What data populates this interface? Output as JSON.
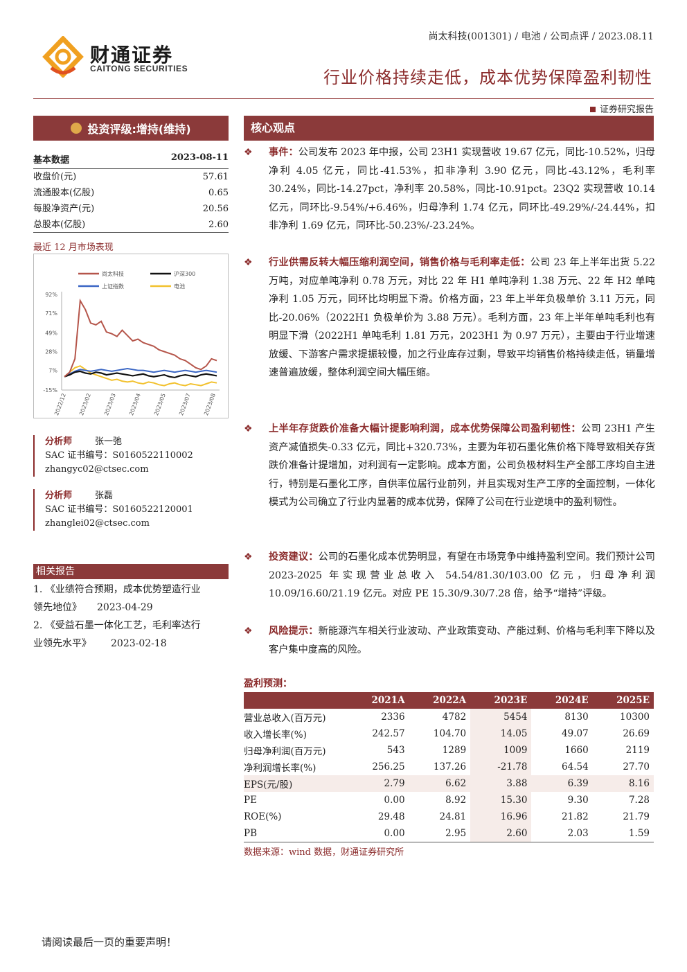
{
  "header": {
    "company_cn": "财通证券",
    "company_en": "CAITONG SECURITIES",
    "meta": "尚太科技(001301) / 电池 / 公司点评 / 2023.08.11",
    "title": "行业价格持续走低，成本优势保障盈利韧性",
    "report_type": "证券研究报告"
  },
  "rating": {
    "label": "投资评级:增持(维持)"
  },
  "basic_data": {
    "title": "基本数据",
    "date": "2023-08-11",
    "rows": [
      {
        "label": "收盘价(元)",
        "value": "57.61"
      },
      {
        "label": "流通股本(亿股)",
        "value": "0.65"
      },
      {
        "label": "每股净资产(元)",
        "value": "20.56"
      },
      {
        "label": "总股本(亿股)",
        "value": "2.60"
      }
    ]
  },
  "market_label": "最近 12 月市场表现",
  "chart_data": {
    "type": "line",
    "legend": [
      "尚太科技",
      "沪深300",
      "上证指数",
      "电池"
    ],
    "colors": [
      "#b5554a",
      "#111111",
      "#3a66c4",
      "#f2c12e"
    ],
    "yticks": [
      "92%",
      "71%",
      "49%",
      "28%",
      "7%",
      "-15%"
    ],
    "ylim": [
      -15,
      92
    ],
    "xticks": [
      "2022/12",
      "2023/02",
      "2023/03",
      "2023/04",
      "2023/05",
      "2023/07",
      "2023/08"
    ],
    "series": [
      {
        "name": "尚太科技",
        "values": [
          0,
          5,
          20,
          85,
          75,
          60,
          58,
          62,
          50,
          48,
          45,
          52,
          46,
          40,
          42,
          38,
          36,
          34,
          30,
          28,
          26,
          24,
          20,
          18,
          14,
          10,
          8,
          12,
          20,
          18
        ]
      },
      {
        "name": "沪深300",
        "values": [
          0,
          2,
          5,
          6,
          4,
          3,
          5,
          4,
          2,
          3,
          4,
          3,
          2,
          1,
          2,
          3,
          1,
          0,
          1,
          2,
          0,
          -1,
          1,
          2,
          1,
          0,
          2,
          3,
          2,
          1
        ]
      },
      {
        "name": "上证指数",
        "values": [
          0,
          3,
          6,
          8,
          7,
          6,
          7,
          8,
          7,
          6,
          7,
          8,
          9,
          8,
          7,
          7,
          6,
          5,
          6,
          7,
          6,
          5,
          6,
          7,
          6,
          5,
          6,
          7,
          6,
          5
        ]
      },
      {
        "name": "电池",
        "values": [
          0,
          5,
          10,
          12,
          8,
          4,
          2,
          0,
          -2,
          -4,
          -3,
          -5,
          -6,
          -5,
          -7,
          -8,
          -6,
          -7,
          -9,
          -10,
          -8,
          -7,
          -9,
          -10,
          -8,
          -9,
          -10,
          -8,
          -6,
          -7
        ]
      }
    ]
  },
  "analysts": [
    {
      "role": "分析师",
      "name": "张一弛",
      "cert": "SAC 证书编号：S0160522110002",
      "email": "zhangyc02@ctsec.com"
    },
    {
      "role": "分析师",
      "name": "张磊",
      "cert": "SAC 证书编号：S0160522120001",
      "email": "zhanglei02@ctsec.com"
    }
  ],
  "related": {
    "title": "相关报告",
    "items": [
      {
        "line1": "1. 《业绩符合预期，成本优势塑造行业",
        "line2": "领先地位》",
        "date": "2023-04-29"
      },
      {
        "line1": "2. 《受益石墨一体化工艺，毛利率达行",
        "line2": "业领先水平》",
        "date": "2023-02-18"
      }
    ]
  },
  "core": {
    "title": "核心观点",
    "paras": [
      {
        "head": "事件：",
        "body": "公司发布 2023 年中报，公司 23H1 实现营收 19.67 亿元，同比-10.52%，归母净利 4.05 亿元，同比-41.53%，扣非净利 3.90 亿元，同比-43.12%，毛利率 30.24%，同比-14.27pct，净利率 20.58%，同比-10.91pct。23Q2 实现营收 10.14 亿元，同环比-9.54%/+6.46%，归母净利 1.74 亿元，同环比-49.29%/-24.44%，扣非净利 1.69 亿元，同环比-50.23%/-23.24%。"
      },
      {
        "head": "行业供需反转大幅压缩利润空间，销售价格与毛利率走低：",
        "body": "公司 23 年上半年出货 5.22 万吨，对应单吨净利 0.78 万元，对比 22 年 H1 单吨净利 1.38 万元、22 年 H2 单吨净利 1.05 万元，同环比均明显下滑。价格方面，23 年上半年负极单价 3.11 万元，同比-20.06%（2022H1 负极单价为 3.88 万元）。毛利方面，23 年上半年单吨毛利也有明显下滑（2022H1 单吨毛利 1.81 万元，2023H1 为 0.97 万元），主要由于行业增速放缓、下游客户需求提振较慢，加之行业库存过剩，导致平均销售价格持续走低，销量增速普遍放缓，整体利润空间大幅压缩。"
      },
      {
        "head": "上半年存货跌价准备大幅计提影响利润，成本优势保障公司盈利韧性：",
        "body": "公司 23H1 产生资产减值损失-0.33 亿元，同比+320.73%，主要为年初石墨化焦价格下降导致相关存货跌价准备计提增加，对利润有一定影响。成本方面，公司负极材料生产全部工序均自主进行，特别是石墨化工序，自供率位居行业前列，并且实现对生产工序的全面控制，一体化模式为公司确立了行业内显著的成本优势，保障了公司在行业逆境中的盈利韧性。"
      },
      {
        "head": "投资建议：",
        "body": "公司的石墨化成本优势明显，有望在市场竞争中维持盈利空间。我们预计公司 2023-2025 年实现营业总收入 54.54/81.30/103.00 亿元，归母净利润 10.09/16.60/21.19 亿元。对应 PE 15.30/9.30/7.28 倍，给予“增持”评级。"
      },
      {
        "head": "风险提示：",
        "body": "新能源汽车相关行业波动、产业政策变动、产能过剩、价格与毛利率下降以及客户集中度高的风险。"
      }
    ]
  },
  "forecast": {
    "label": "盈利预测：",
    "columns": [
      "",
      "2021A",
      "2022A",
      "2023E",
      "2024E",
      "2025E"
    ],
    "rows": [
      [
        "营业总收入(百万元)",
        "2336",
        "4782",
        "5454",
        "8130",
        "10300"
      ],
      [
        "收入增长率(%)",
        "242.57",
        "104.70",
        "14.05",
        "49.07",
        "26.69"
      ],
      [
        "归母净利润(百万元)",
        "543",
        "1289",
        "1009",
        "1660",
        "2119"
      ],
      [
        "净利润增长率(%)",
        "256.25",
        "137.26",
        "-21.78",
        "64.54",
        "27.70"
      ],
      [
        "EPS(元/股)",
        "2.79",
        "6.62",
        "3.88",
        "6.39",
        "8.16"
      ],
      [
        "PE",
        "0.00",
        "8.92",
        "15.30",
        "9.30",
        "7.28"
      ],
      [
        "ROE(%)",
        "29.48",
        "24.81",
        "16.96",
        "21.82",
        "21.79"
      ],
      [
        "PB",
        "0.00",
        "2.95",
        "2.60",
        "2.03",
        "1.59"
      ]
    ],
    "source": "数据来源：wind 数据，财通证券研究所"
  },
  "footer": "请阅读最后一页的重要声明！"
}
